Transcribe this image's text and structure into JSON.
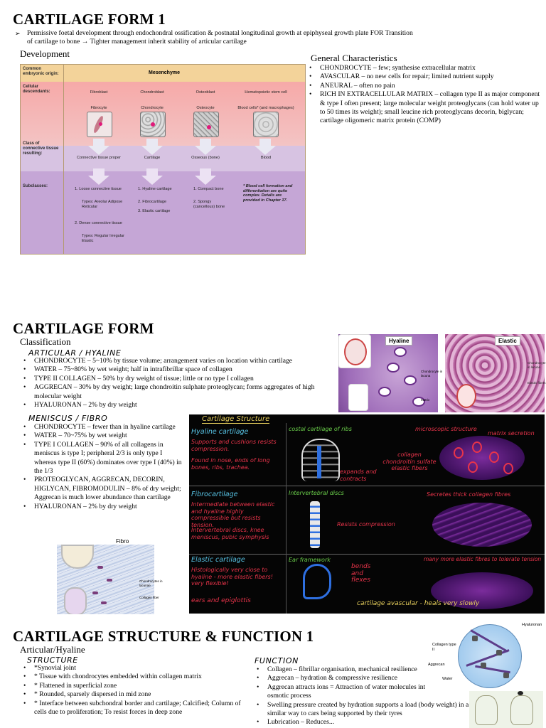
{
  "sec1": {
    "title": "CARTILAGE FORM 1",
    "intro": "Permissive foetal development through endochondral ossification & postnatal longitudinal growth at epiphyseal growth plate FOR Transition of cartilage to bone → Tighter management inherit stability of articular cartilage",
    "dev_label": "Development",
    "gen_label": "General Characteristics",
    "gen_items": [
      "CHONDROCYTE – few; synthesise extracellular matrix",
      "AVASCULAR – no new cells for repair; limited nutrient supply",
      "ANEURAL – often no pain",
      "RICH IN EXTRACELLULAR MATRIX – collagen type II as major component & type I often present; large molecular weight proteoglycans (can hold water up to 50 times its weight); small leucine rich proteoglycans decorin, biglycan; cartilage oligomeric matrix protein (COMP)"
    ],
    "figure": {
      "row_origin": "Common embryonic origin:",
      "mesenchyme": "Mesenchyme",
      "row_desc": "Cellular descendants:",
      "descendants": [
        "Fibroblast",
        "Chondroblast",
        "Osteoblast",
        "Hematopoietic stem cell"
      ],
      "cells": [
        "Fibrocyte",
        "Chondrocyte",
        "Osteocyte",
        "Blood cells* (and macrophages)"
      ],
      "row_class": "Class of connective tissue resulting:",
      "classes": [
        "Connective tissue proper",
        "Cartilage",
        "Osseous (bone)",
        "Blood"
      ],
      "row_sub": "Subclasses:",
      "sub_ct": [
        "1. Loose connective tissue",
        "Types: Areolar Adipose Reticular",
        "2. Dense connective tissue",
        "Types: Regular Irregular Elastic"
      ],
      "sub_cart": [
        "1. Hyaline cartilage",
        "2. Fibrocartilage",
        "3. Elastic cartilage"
      ],
      "sub_bone": [
        "1. Compact bone",
        "2. Spongy (cancellous) bone"
      ],
      "blood_note": "* Blood cell formation and differentiation are quite complex. Details are provided in Chapter 17."
    }
  },
  "sec2": {
    "title": "CARTILAGE FORM",
    "classification": "Classification",
    "articular_heading": "ARTICULAR / HYALINE",
    "articular_items": [
      "CHONDROCYTE – 5~10% by tissue volume; arrangement varies on location within cartilage",
      "WATER – 75~80% by wet weight; half in intrafibrillar space of collagen",
      "TYPE II COLLAGEN – 50% by dry weight of tissue; little or no type I collagen",
      "AGGRECAN – 30% by dry weight; large chondroitin sulphate proteoglycan; forms aggregates of high molecular weight",
      "HYALURONAN – 2% by dry weight"
    ],
    "menisc_heading": "MENISCUS / FIBRO",
    "menisc_items": [
      "CHONDROCYTE – fewer than in hyaline cartilage",
      "WATER – 70~75% by wet weight",
      "TYPE I COLLAGEN – 90% of all collagens in meniscus is type I; peripheral 2/3 is only type I whereas type II (60%) dominates over type I (40%) in the 1/3",
      "PROTEOGLYCAN, AGGRECAN, DECORIN, HIGLYCAN, FIBROMODULIN – 8% of dry weight; Aggrecan is much lower abundance than cartilage",
      "HYALURONAN – 2% by dry weight"
    ],
    "fibro_label": "Fibro",
    "img_hyaline_label": "Hyaline",
    "img_elastic_label": "Elastic",
    "hyaline_annot": [
      "Chondrocyte in lacuna",
      "Matrix"
    ],
    "elastic_annot": [
      "Chondrocyte in lacuna",
      "Elastic fibers"
    ],
    "fibro_annot": [
      "Chondrocytes in lacunae",
      "Collagen fiber"
    ],
    "chalk": {
      "title": "Cartilage Structure",
      "hyaline": {
        "name": "Hyaline cartilage",
        "desc": "Supports and cushions resists compression.",
        "found": "Found in nose, ends of long bones, ribs, trachea.",
        "example": "costal cartilage of ribs",
        "note": "expands and contracts",
        "micro": "microscopic structure",
        "matrix": "matrix secretion",
        "collagen": "collagen chondroitin sulfate elastic fibers"
      },
      "fibro": {
        "name": "Fibrocartilage",
        "desc": "Intermediate between elastic and hyaline highly compressible but resists tension.",
        "found": "Intervertebral discs, knee meniscus, pubic symphysis",
        "example": "Intervertebral discs",
        "note": "Resists compression",
        "micro": "Secretes thick collagen fibres"
      },
      "elastic": {
        "name": "Elastic cartilage",
        "desc": "Histologically very close to hyaline - more elastic fibers! very flexible!",
        "found": "ears and epiglottis",
        "example": "Ear framework",
        "note": "bends and flexes",
        "micro": "many more elastic fibres to tolerate tension"
      },
      "footer": "cartilage avascular - heals very slowly"
    }
  },
  "sec3": {
    "title": "CARTILAGE STRUCTURE & FUNCTION 1",
    "sub": "Articular/Hyaline",
    "structure_heading": "STRUCTURE",
    "structure_items": [
      "*Synovial joint",
      "* Tissue with chondrocytes embedded within collagen matrix",
      "* Flattened in superficial zone",
      "* Rounded, sparsely dispersed in mid zone",
      "* Interface between subchondral border and cartilage; Calcified; Column of cells due to proliferation; To resist forces in deep zone"
    ],
    "function_heading": "FUNCTION",
    "function_items": [
      "Collagen – fibrillar organisation, mechanical resilience",
      "Aggrecan – hydration & compressive resilience",
      "Aggrecan attracts ions = Attraction of water molecules into the matrix via osmotic process",
      "Swelling pressure created by hydration supports a load (body weight) in a similar way to cars being supported by their tyres",
      "Lubrication – Reduces..."
    ],
    "diagram": {
      "hyaluronan": "Hyaluronan",
      "collagen": "Collagen type II",
      "aggrecan": "Aggrecan",
      "water": "Water"
    }
  }
}
